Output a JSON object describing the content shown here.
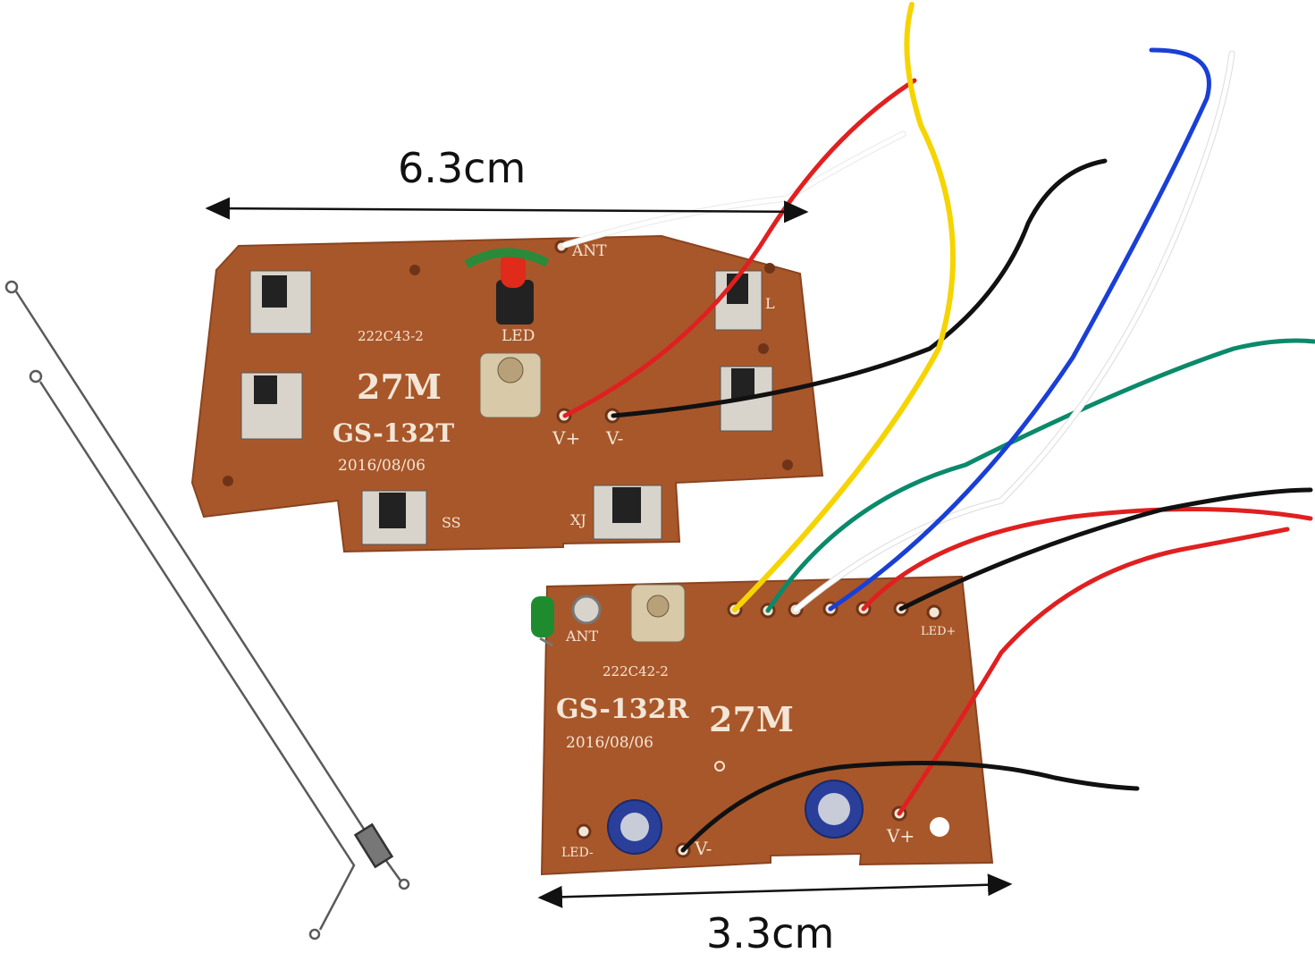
{
  "dimensions": {
    "top_label": "6.3cm",
    "bottom_label": "3.3cm"
  },
  "transmitter_board": {
    "model": "GS-132T",
    "freq": "27M",
    "code": "222C43-2",
    "date": "2016/08/06",
    "led_label": "LED",
    "ant_label": "ANT",
    "vplus_label": "V+",
    "vminus_label": "V-",
    "ss_label": "SS",
    "xj_label": "XJ",
    "l_label": "L"
  },
  "receiver_board": {
    "model": "GS-132R",
    "freq": "27M",
    "code": "222C42-2",
    "date": "2016/08/06",
    "ant_label": "ANT",
    "led_plus_label": "LED+",
    "led_minus_label": "LED-",
    "vplus_label": "V+",
    "vminus_label": "V-"
  },
  "colors": {
    "pcb": "#a8572a",
    "pcb_edge": "#8a4420",
    "silk": "#f3e6d6",
    "wire_red": "#e02020",
    "wire_black": "#111111",
    "wire_white": "#f2f2f2",
    "wire_yellow": "#f5d400",
    "wire_blue": "#1a3fd6",
    "wire_green": "#0a8a6a",
    "antenna": "#555555"
  }
}
